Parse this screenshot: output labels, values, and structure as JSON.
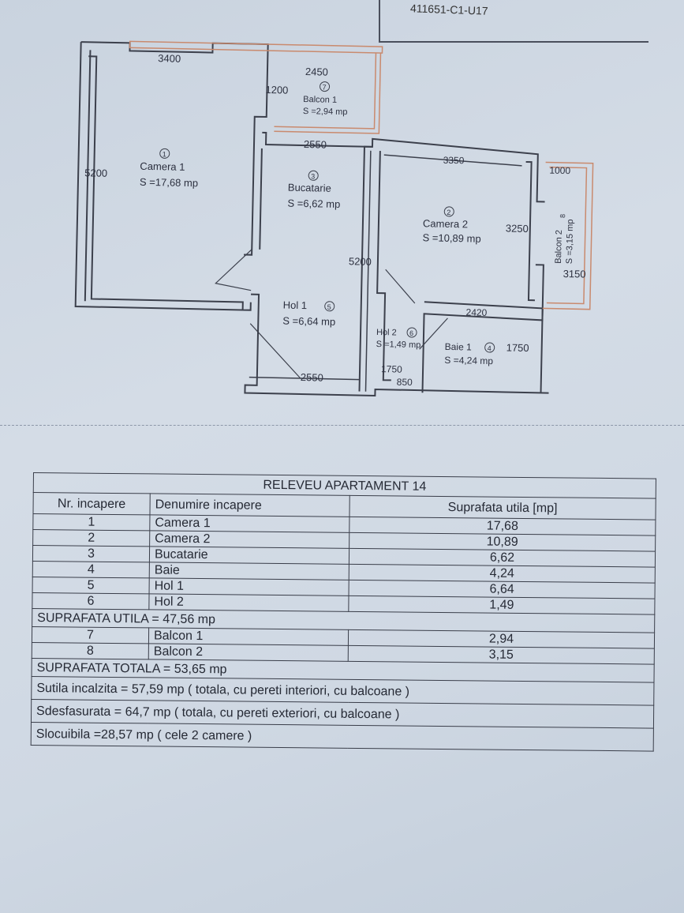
{
  "document": {
    "reference_code": "411651-C1-U17"
  },
  "plan": {
    "dimensions": {
      "top_left": "3400",
      "top_mid": "2450",
      "balcony_depth": "1200",
      "kitchen_width": "2550",
      "camera2_width": "3350",
      "balcony2_depth": "1000",
      "camera1_height": "5200",
      "kitchen_height": "5200",
      "camera2_height": "3250",
      "balcony2_length": "3150",
      "bath_width": "2420",
      "bath_height": "1750",
      "hall_width": "2550",
      "hol2_height": "1750",
      "hol2_width": "850"
    },
    "rooms": [
      {
        "num": "1",
        "name": "Camera 1",
        "area": "S =17,68 mp"
      },
      {
        "num": "2",
        "name": "Camera 2",
        "area": "S =10,89 mp"
      },
      {
        "num": "3",
        "name": "Bucatarie",
        "area": "S =6,62 mp"
      },
      {
        "num": "4",
        "name": "Baie 1",
        "area": "S =4,24 mp"
      },
      {
        "num": "5",
        "name": "Hol 1",
        "area": "S =6,64 mp"
      },
      {
        "num": "6",
        "name": "Hol 2",
        "area": "S =1,49 mp"
      },
      {
        "num": "7",
        "name": "Balcon 1",
        "area": "S =2,94 mp"
      },
      {
        "num": "8",
        "name": "Balcon 2",
        "area": "S =3,15 mp"
      }
    ]
  },
  "table": {
    "title": "RELEVEU APARTAMENT 14",
    "headers": [
      "Nr. incapere",
      "Denumire incapere",
      "Suprafata utila [mp]"
    ],
    "rows": [
      {
        "nr": "1",
        "name": "Camera 1",
        "area": "17,68"
      },
      {
        "nr": "2",
        "name": "Camera 2",
        "area": "10,89"
      },
      {
        "nr": "3",
        "name": "Bucatarie",
        "area": "6,62"
      },
      {
        "nr": "4",
        "name": "Baie",
        "area": "4,24"
      },
      {
        "nr": "5",
        "name": "Hol 1",
        "area": "6,64"
      },
      {
        "nr": "6",
        "name": "Hol 2",
        "area": "1,49"
      }
    ],
    "suprafata_utila": "SUPRAFATA UTILA = 47,56 mp",
    "balcony_rows": [
      {
        "nr": "7",
        "name": "Balcon 1",
        "area": "2,94"
      },
      {
        "nr": "8",
        "name": "Balcon 2",
        "area": "3,15"
      }
    ],
    "suprafata_totala": "SUPRAFATA TOTALA = 53,65 mp",
    "sutila_incalzita": "Sutila incalzita = 57,59 mp ( totala, cu pereti interiori, cu balcoane )",
    "sdesfasurata": "Sdesfasurata = 64,7 mp ( totala, cu pereti exteriori, cu balcoane )",
    "slocuibila": "Slocuibila =28,57 mp ( cele 2 camere )"
  }
}
